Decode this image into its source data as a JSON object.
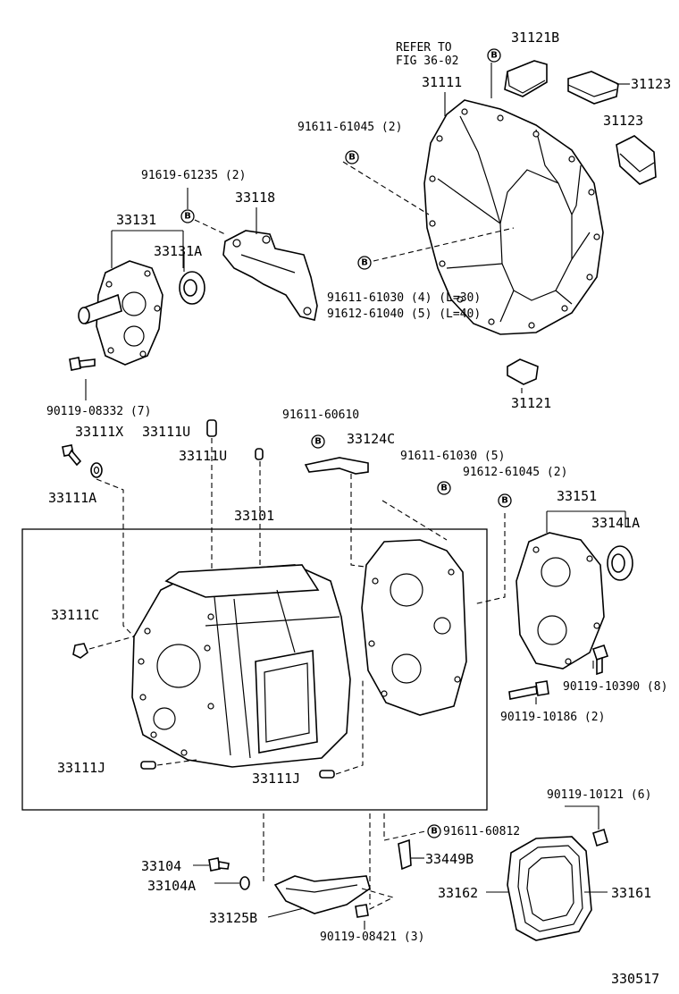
{
  "diagram_id": "330517",
  "marker": "B",
  "labels": {
    "refer_line1": "REFER TO",
    "refer_line2": "FIG 36-02",
    "p31121B": "31121B",
    "p31111": "31111",
    "p31123a": "31123",
    "p31123b": "31123",
    "p91611_61045": "91611-61045 (2)",
    "p91619_61235": "91619-61235 (2)",
    "p33118": "33118",
    "p33131": "33131",
    "p33131A": "33131A",
    "p91611_61030_4": "91611-61030 (4) (L=30)",
    "p91612_61040_5": "91612-61040 (5) (L=40)",
    "p31121": "31121",
    "p90119_08332": "90119-08332 (7)",
    "p91611_60610": "91611-60610",
    "p33111X": "33111X",
    "p33111U_a": "33111U",
    "p33124C": "33124C",
    "p33111U_b": "33111U",
    "p91611_61030_5": "91611-61030 (5)",
    "p91612_61045": "91612-61045 (2)",
    "p33111A": "33111A",
    "p33101": "33101",
    "p33151": "33151",
    "p33141A": "33141A",
    "p33111C": "33111C",
    "p90119_10390": "90119-10390 (8)",
    "p90119_10186": "90119-10186 (2)",
    "p33111J_a": "33111J",
    "p33111J_b": "33111J",
    "p90119_10121": "90119-10121 (6)",
    "p91611_60812": "91611-60812",
    "p33104": "33104",
    "p33449B": "33449B",
    "p33104A": "33104A",
    "p33162": "33162",
    "p33161": "33161",
    "p33125B": "33125B",
    "p90119_08421": "90119-08421 (3)"
  }
}
